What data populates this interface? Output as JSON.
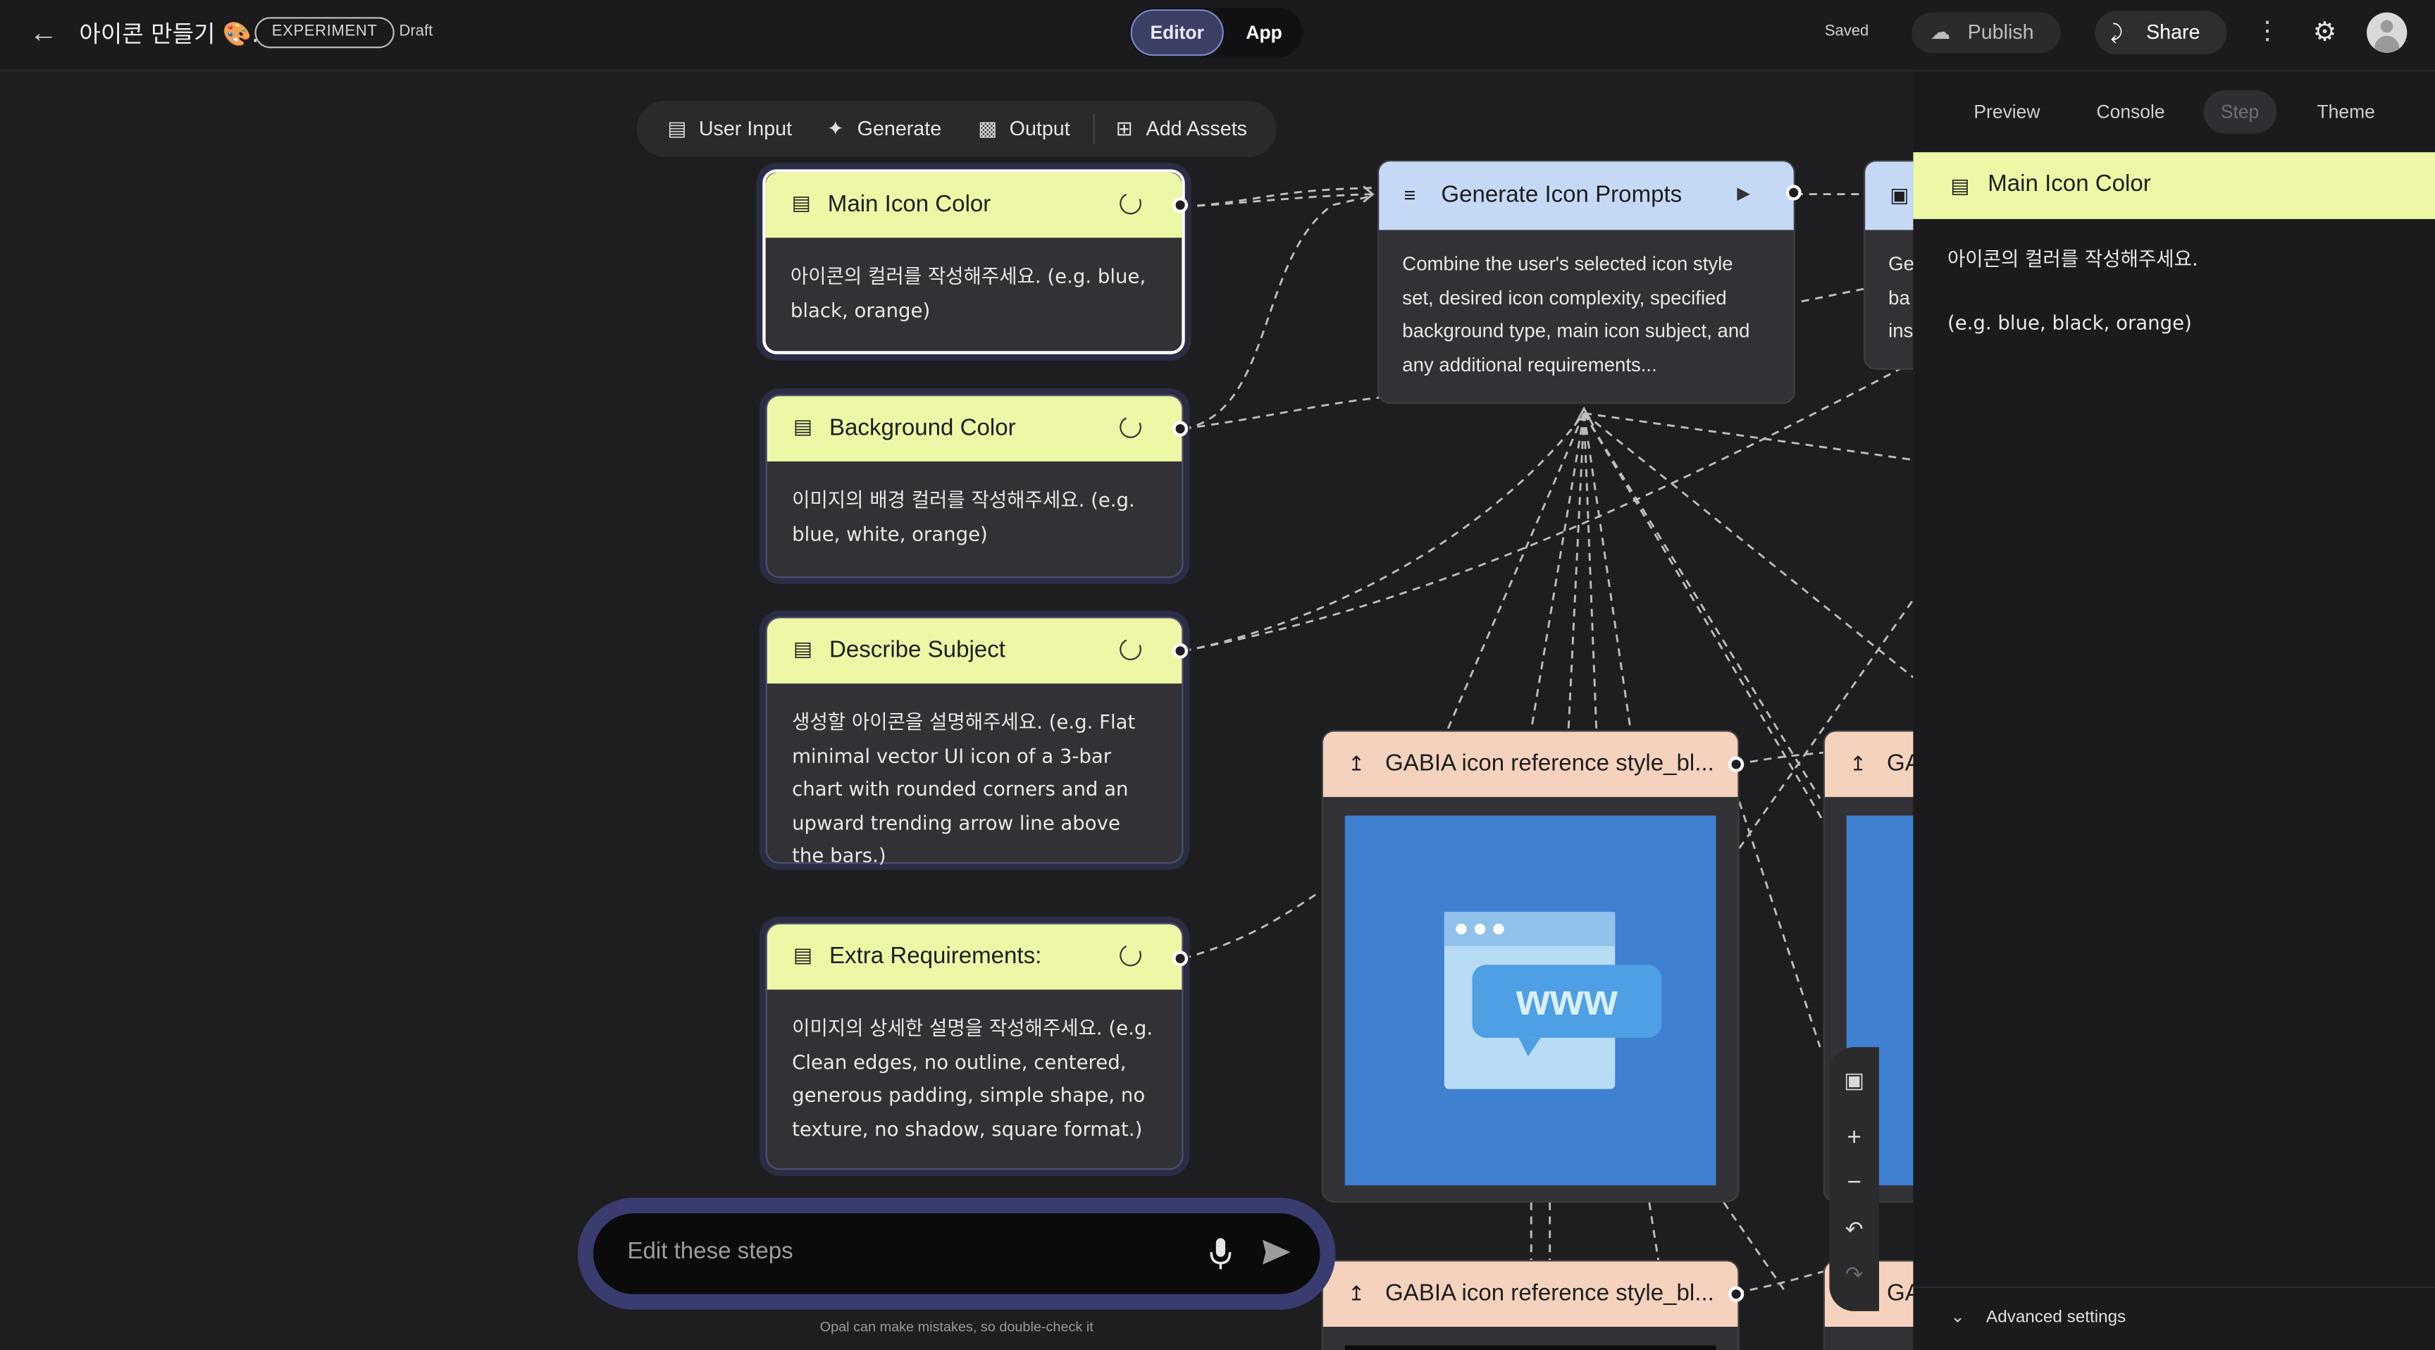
{
  "header": {
    "back_icon": "arrow-left-icon",
    "title": "아이콘 만들기 🎨.",
    "experiment_badge": "EXPERIMENT",
    "draft_label": "Draft",
    "mode_editor": "Editor",
    "mode_app": "App",
    "saved_label": "Saved",
    "publish_label": "Publish",
    "share_label": "Share",
    "accent_color": "#7c84c9"
  },
  "toolbar": {
    "user_input": "User Input",
    "generate": "Generate",
    "output": "Output",
    "add_assets": "Add Assets"
  },
  "nodes": {
    "main_color": {
      "title": "Main Icon Color",
      "body": "아이콘의 컬러를 작성해주세요. (e.g. blue, black, orange)"
    },
    "background_color": {
      "title": "Background Color",
      "body": "이미지의 배경 컬러를 작성해주세요. (e.g. blue, white, orange)"
    },
    "describe_subject": {
      "title": "Describe Subject",
      "body": "생성할 아이콘을 설명해주세요. (e.g. Flat minimal vector UI icon of a 3-bar chart with rounded corners and an upward trending arrow line above the bars.)"
    },
    "extra_requirements": {
      "title": "Extra Requirements:",
      "body": "이미지의 상세한 설명을 작성해주세요. (e.g. Clean edges, no outline, centered, generous padding, simple shape, no texture, no shadow, square format.)"
    },
    "generate_prompts": {
      "title": "Generate Icon Prompts",
      "body": "Combine the user's selected icon style set, desired icon complexity, specified background type, main icon subject, and any additional requirements..."
    },
    "generate_partial": {
      "line1": "Ge",
      "line2": "ba",
      "line3": "ins"
    },
    "asset_1": {
      "title": "GABIA icon reference style_bl..."
    },
    "asset_2": {
      "title": "GA"
    },
    "asset_3": {
      "title": "GABIA icon reference style_bl..."
    },
    "asset_4": {
      "title": "GA"
    },
    "asset_image_text": "www"
  },
  "node_colors": {
    "input_header": "#eef7a6",
    "generate_header": "#c5d9f7",
    "asset_header": "#f5d2bd"
  },
  "chat": {
    "placeholder": "Edit these steps",
    "disclaimer": "Opal can make mistakes, so double-check it"
  },
  "panel": {
    "tabs": [
      "Preview",
      "Console",
      "Step",
      "Theme"
    ],
    "active_tab": "Step",
    "step_title": "Main Icon Color",
    "line1": "아이콘의 컬러를 작성해주세요.",
    "line2": "(e.g. blue, black, orange)",
    "advanced_label": "Advanced settings"
  }
}
